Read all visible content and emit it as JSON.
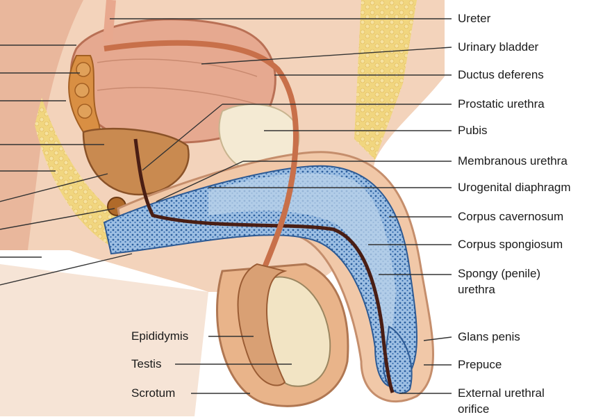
{
  "labels": {
    "ureter": "Ureter",
    "urinary_bladder": "Urinary bladder",
    "ductus_deferens": "Ductus deferens",
    "prostatic_urethra": "Prostatic urethra",
    "pubis": "Pubis",
    "membranous_urethra": "Membranous urethra",
    "urogenital_diaphragm": "Urogenital diaphragm",
    "corpus_cavernosum": "Corpus cavernosum",
    "corpus_spongiosum": "Corpus spongiosum",
    "spongy_urethra_line1": "Spongy (penile)",
    "spongy_urethra_line2": "urethra",
    "glans_penis": "Glans penis",
    "prepuce": "Prepuce",
    "external_orifice_line1": "External urethral",
    "external_orifice_line2": "orifice",
    "epididymis": "Epididymis",
    "testis": "Testis",
    "scrotum": "Scrotum"
  },
  "colors": {
    "background": "#ffffff",
    "tissue": "#efc7a6",
    "fat": "#efd27a",
    "bladder": "#e6a990",
    "erectile": "#8fb5dd",
    "urethra": "#4a1e14",
    "leader": "#333333"
  }
}
